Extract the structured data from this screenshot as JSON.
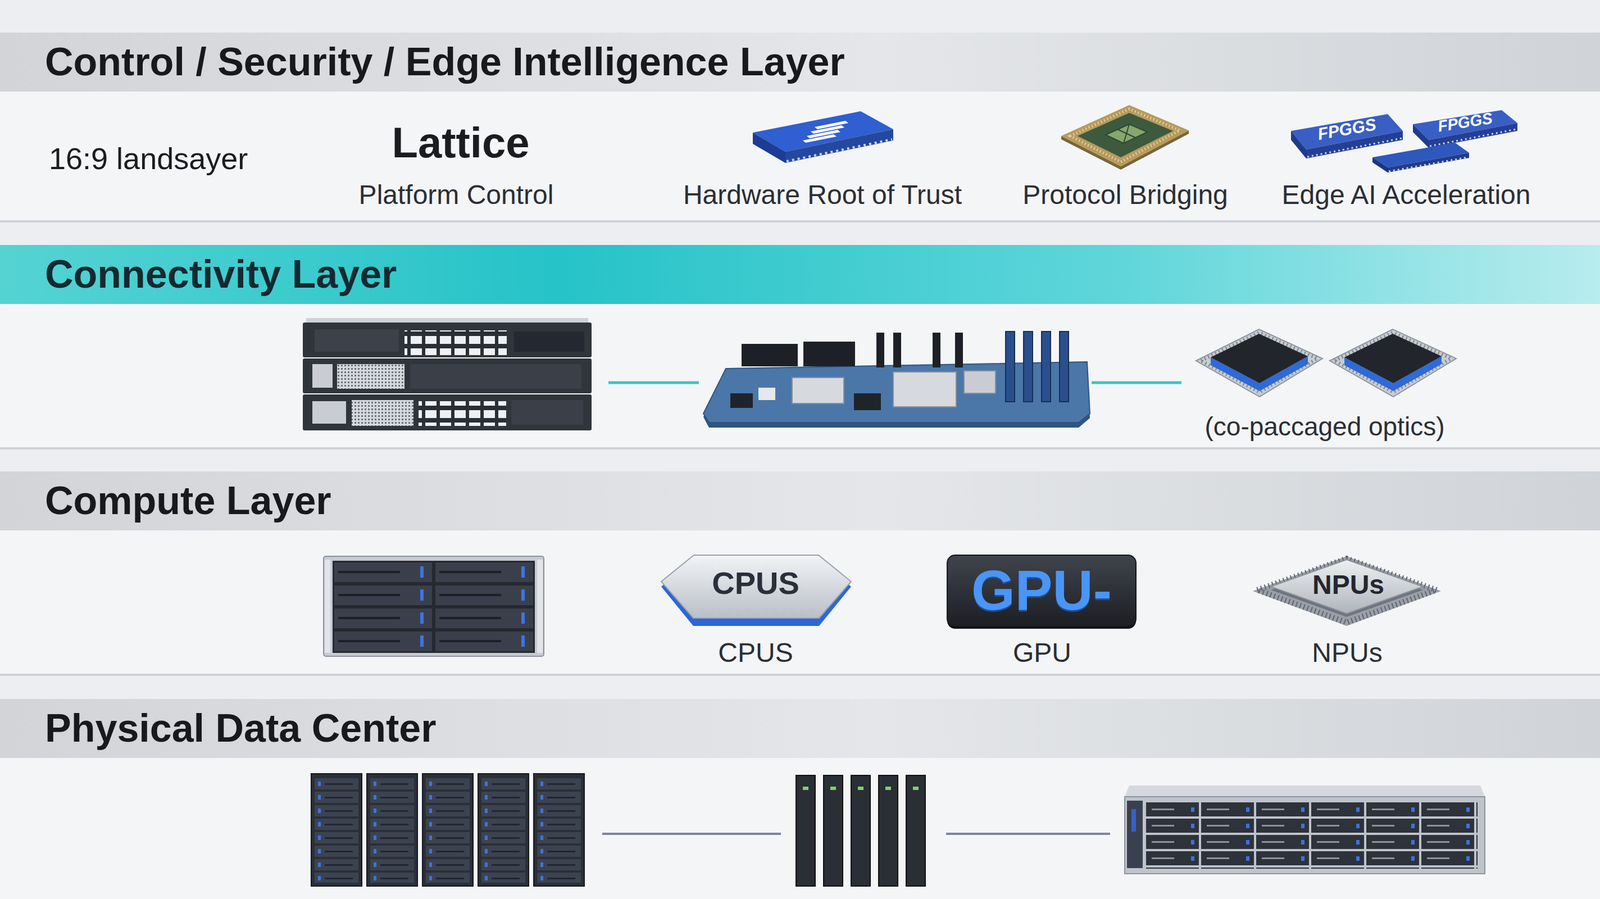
{
  "diagram": {
    "nodes": [
      {
        "text": [
          "Control / Security / Edge Intelligence Layer"
        ]
      },
      {
        "text": [
          "Hardware Root of Trust"
        ],
        "in": 0
      },
      {
        "text": [
          "Protocol Bridging"
        ],
        "in": 0
      },
      {
        "text": [
          "FPGGS"
        ],
        "in": 0
      },
      {
        "text": [
          "FPGGS"
        ],
        "in": 0
      },
      {
        "text": [
          "Connectivity Layer"
        ]
      },
      {
        "text": [
          "(co-paccaged optics)"
        ],
        "in": 5
      },
      {
        "text": [
          "Compute Layer"
        ]
      },
      {
        "text": [
          "CPUS",
          "CPUS"
        ],
        "in": 7
      },
      {
        "text": [
          "GPU-",
          "GPU"
        ],
        "in": 7
      },
      {
        "text": [
          "NPUs",
          "NPUs"
        ],
        "in": 7
      },
      {
        "text": [
          "Physical Data Center"
        ]
      }
    ],
    "labels": [
      "16:9 landsayer",
      "Lattice",
      "Platform Control",
      "Edge AI Acceleration"
    ]
  }
}
